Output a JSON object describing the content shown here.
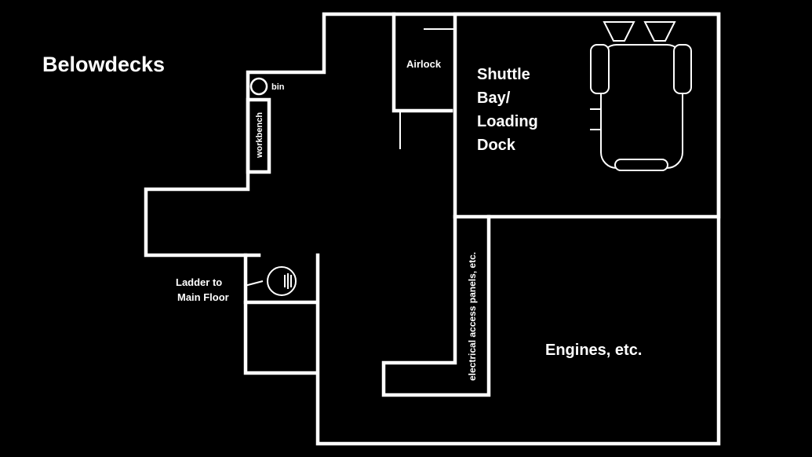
{
  "map": {
    "title": "Belowdecks",
    "colors": {
      "background": "#000000",
      "line": "#ffffff"
    },
    "labels": {
      "bin": "bin",
      "workbench": "workbench",
      "airlock": "Airlock",
      "shuttle_bay": [
        "Shuttle",
        "Bay/",
        "Loading",
        "Dock"
      ],
      "ladder": [
        "Ladder to",
        "Main Floor"
      ],
      "electrical": "electrical access panels, etc.",
      "engines": "Engines, etc."
    },
    "icons": {
      "shuttle": "shuttle-craft-icon",
      "ladder": "ladder-hatch-icon",
      "bin": "bin-icon"
    }
  }
}
